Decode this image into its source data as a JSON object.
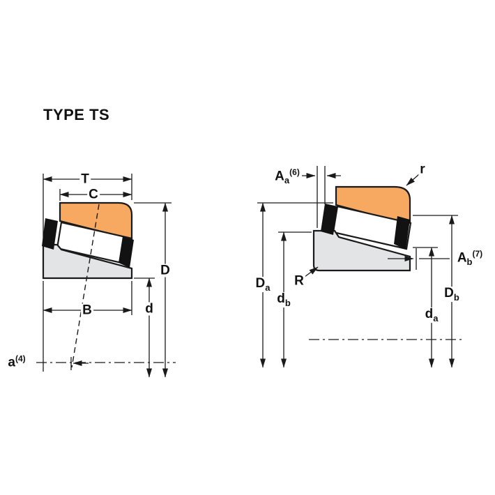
{
  "title": "TYPE TS",
  "colors": {
    "cup_fill": "#F8A961",
    "cone_fill": "#E3E4E6",
    "roller_fill": "#FFFFFF",
    "cage_fill": "#121212",
    "line": "#1A1A1A"
  },
  "left_view": {
    "labels": {
      "T": "T",
      "C": "C",
      "D": "D",
      "d": "d",
      "B": "B",
      "a": {
        "base": "a",
        "sup": "(4)"
      }
    }
  },
  "right_view": {
    "labels": {
      "Aa": {
        "base": "A",
        "sub": "a",
        "sup": "(6)"
      },
      "r": "r",
      "Da": {
        "base": "D",
        "sub": "a"
      },
      "db": {
        "base": "d",
        "sub": "b"
      },
      "R": "R",
      "Ab": {
        "base": "A",
        "sub": "b",
        "sup": "(7)"
      },
      "Db": {
        "base": "D",
        "sub": "b"
      },
      "da": {
        "base": "d",
        "sub": "a"
      }
    }
  }
}
